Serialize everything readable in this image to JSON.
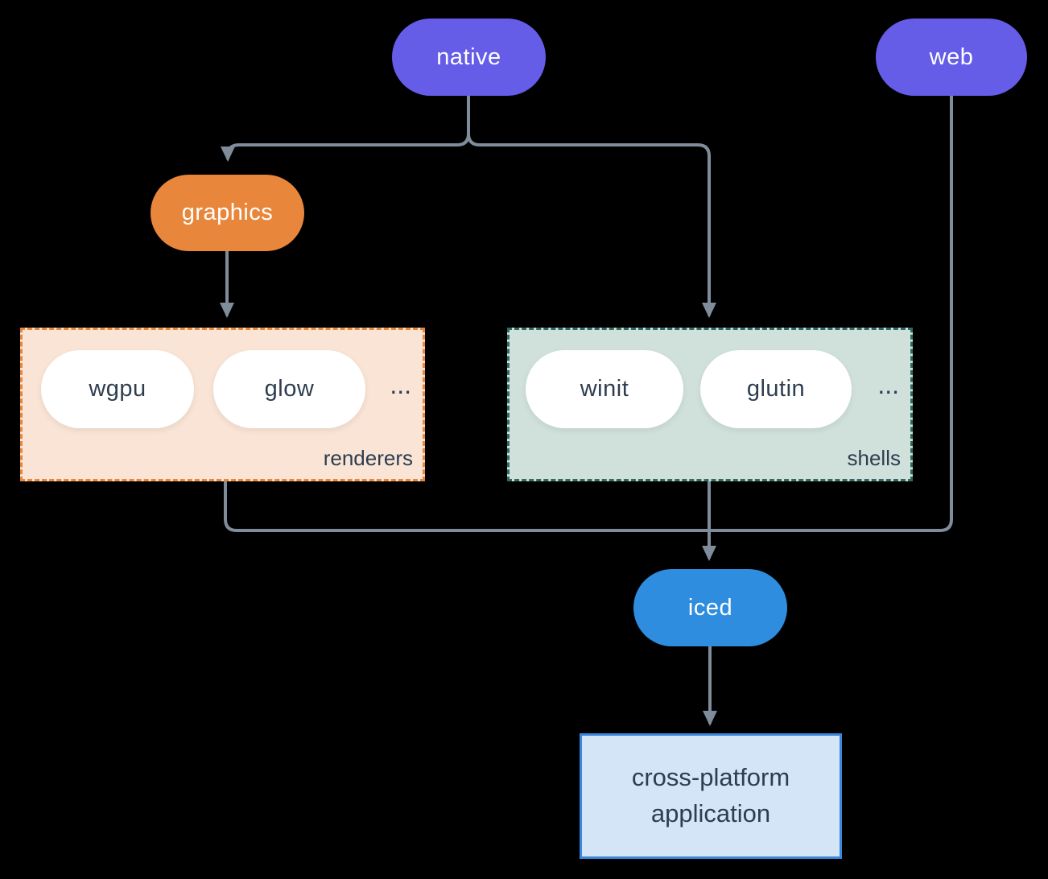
{
  "diagram": {
    "nodes": {
      "native": "native",
      "web": "web",
      "graphics": "graphics",
      "iced": "iced",
      "wgpu": "wgpu",
      "glow": "glow",
      "winit": "winit",
      "glutin": "glutin"
    },
    "groups": {
      "renderers": {
        "label": "renderers",
        "ellipsis": "..."
      },
      "shells": {
        "label": "shells",
        "ellipsis": "..."
      }
    },
    "app_box": {
      "line1": "cross-platform",
      "line2": "application"
    }
  },
  "colors": {
    "bg": "#000000",
    "line": "#7f8c9a",
    "purple": "#655ce8",
    "orange": "#e8873b",
    "blue": "#2e8dde",
    "white": "#ffffff",
    "pill_text": "#ffffff",
    "dark_text": "#2e3d4f",
    "renderers_fill": "#fae4d6",
    "renderers_border": "#e8873b",
    "shells_fill": "#d0e1db",
    "shells_border": "#2d6b60",
    "app_fill": "#d4e5f7",
    "app_border": "#3a86db"
  }
}
